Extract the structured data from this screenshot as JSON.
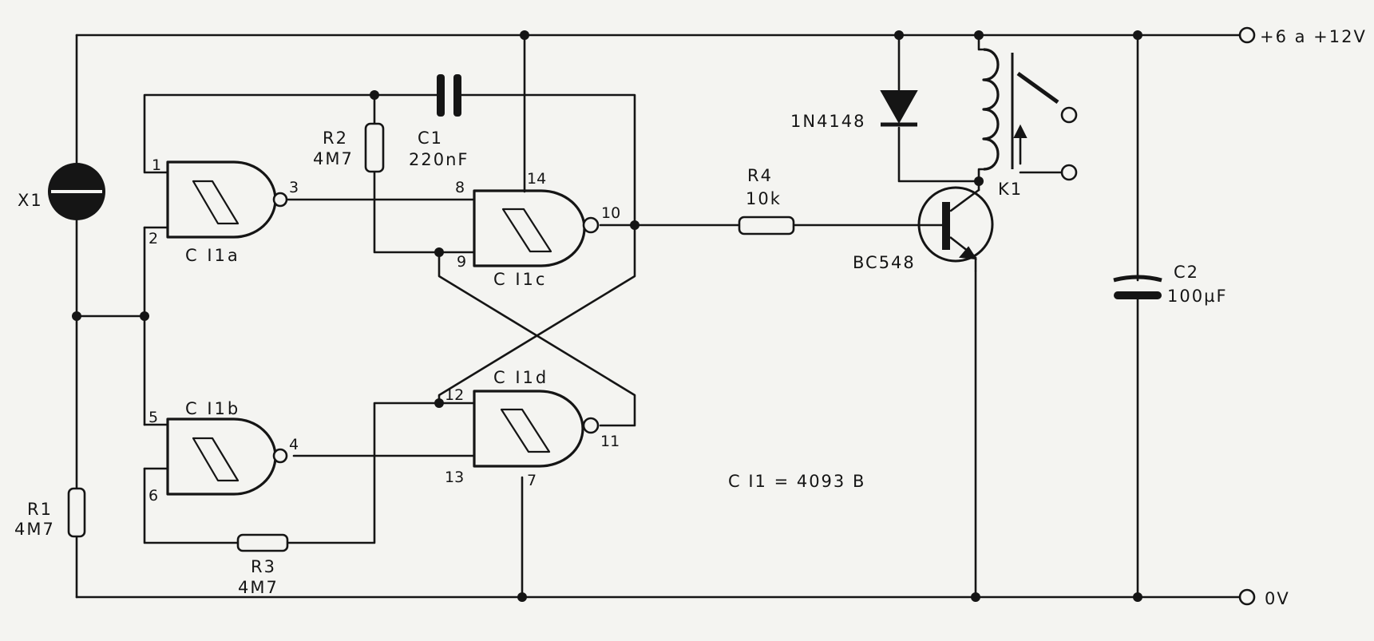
{
  "power": {
    "supply_label": "+6 a +12V",
    "ground_label": "0V"
  },
  "sensor": {
    "label": "X1"
  },
  "ic": {
    "note": "C I1 = 4093 B"
  },
  "gates": {
    "a": {
      "label": "C I1a",
      "in1": "1",
      "in2": "2",
      "out": "3"
    },
    "b": {
      "label": "C I1b",
      "in1": "5",
      "in2": "6",
      "out": "4"
    },
    "c": {
      "label": "C I1c",
      "in1": "8",
      "in2": "9",
      "out": "10",
      "vdd": "14"
    },
    "d": {
      "label": "C I1d",
      "in1": "12",
      "in2": "13",
      "out": "11",
      "gnd": "7"
    }
  },
  "resistors": {
    "r1": {
      "name": "R1",
      "value": "4M7"
    },
    "r2": {
      "name": "R2",
      "value": "4M7"
    },
    "r3": {
      "name": "R3",
      "value": "4M7"
    },
    "r4": {
      "name": "R4",
      "value": "10k"
    }
  },
  "capacitors": {
    "c1": {
      "name": "C1",
      "value": "220nF"
    },
    "c2": {
      "name": "C2",
      "value": "100µF"
    }
  },
  "diode": {
    "label": "1N4148"
  },
  "transistor": {
    "label": "BC548"
  },
  "relay": {
    "label": "K1"
  }
}
